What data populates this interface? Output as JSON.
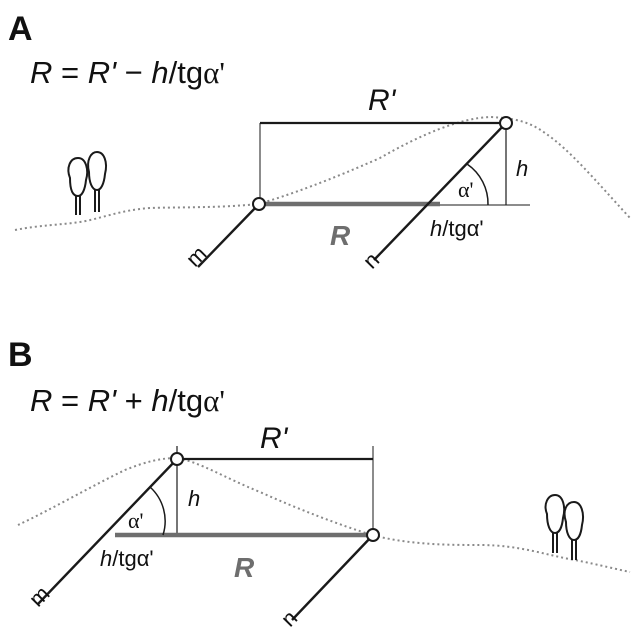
{
  "panel_a": {
    "label": "A",
    "formula": {
      "R": "R",
      "eq": " = ",
      "Rp": "R'",
      "op": " − ",
      "h": "h",
      "slash": "/tg",
      "alpha": "α'"
    },
    "labels": {
      "R_prime": "R'",
      "R": "R",
      "h": "h",
      "alpha": "α'",
      "h_tg_h": "h",
      "h_tg_rest": "/tgα'",
      "m": "m",
      "n": "n"
    }
  },
  "panel_b": {
    "label": "B",
    "formula": {
      "R": "R",
      "eq": " = ",
      "Rp": "R'",
      "op": " + ",
      "h": "h",
      "slash": "/tg",
      "alpha": "α'"
    },
    "labels": {
      "R_prime": "R'",
      "R": "R",
      "h": "h",
      "alpha": "α'",
      "h_tg_h": "h",
      "h_tg_rest": "/tgα'",
      "m": "m",
      "n": "n"
    }
  },
  "colors": {
    "line": "#1a1a1a",
    "r_bar": "#6e6e6e",
    "terrain": "#8a8a8a"
  }
}
